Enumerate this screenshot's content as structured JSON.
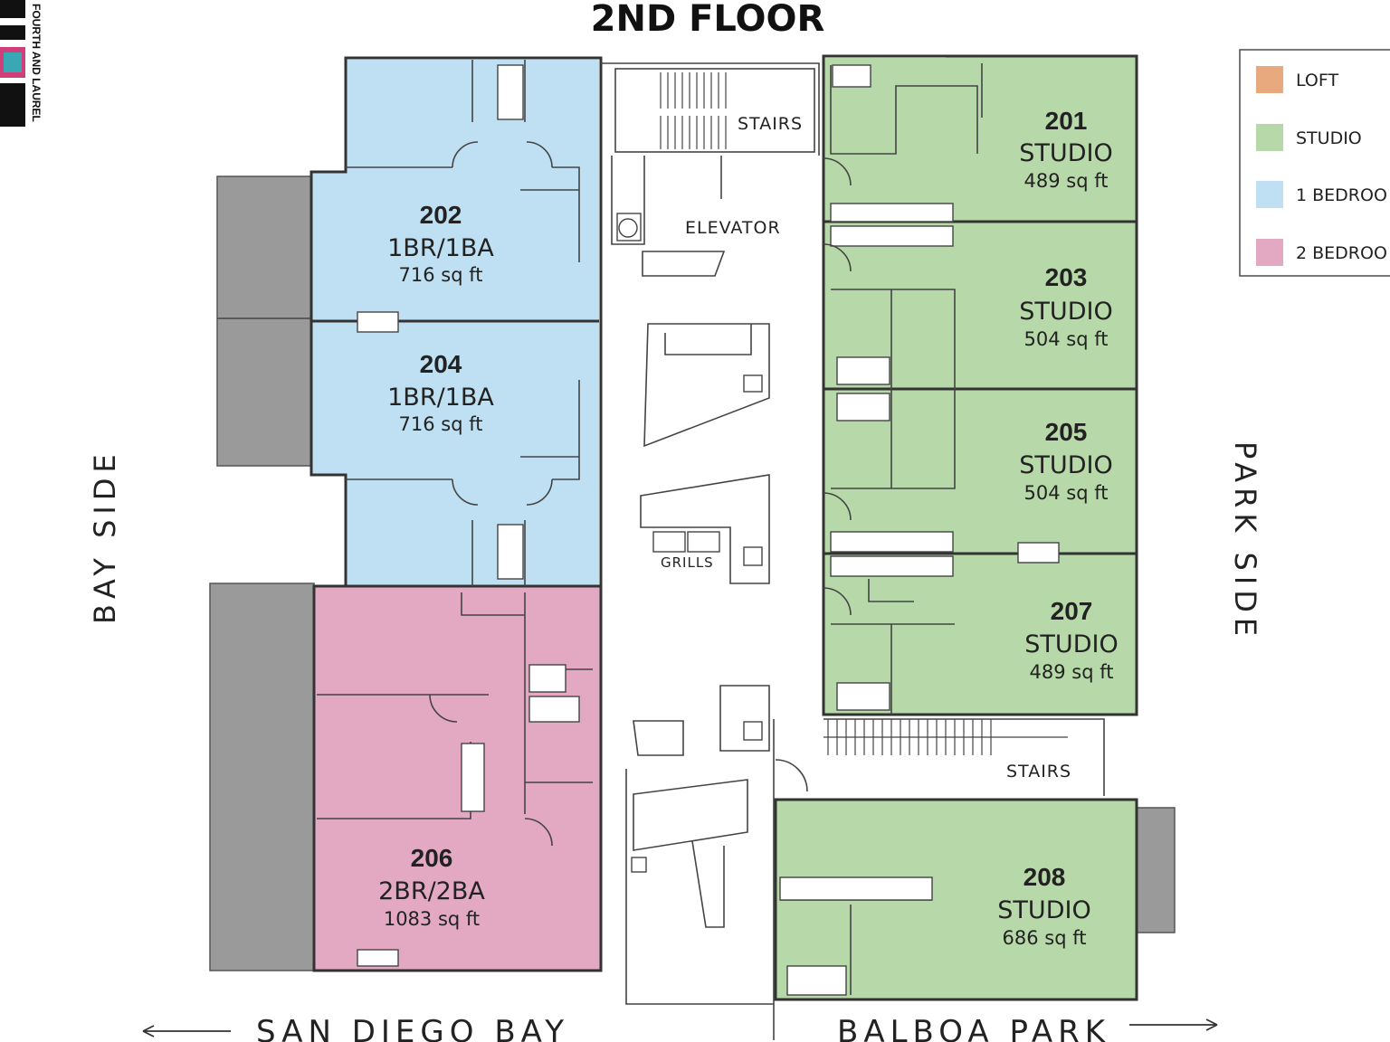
{
  "title": "2ND FLOOR",
  "brand": "FOURTH AND LAUREL",
  "colors": {
    "loft": "#e8a97e",
    "studio": "#b7d8a8",
    "one_bedroom": "#bfe0f2",
    "two_bedroom": "#e3a9c3",
    "balcony": "#9a9a9a"
  },
  "legend": [
    {
      "label": "LOFT",
      "color": "#e8a97e"
    },
    {
      "label": "STUDIO",
      "color": "#b7d8a8"
    },
    {
      "label": "1 BEDROO",
      "color": "#bfe0f2"
    },
    {
      "label": "2 BEDROO",
      "color": "#e3a9c3"
    }
  ],
  "units": {
    "u201": {
      "number": "201",
      "type": "STUDIO",
      "area": "489 sq ft"
    },
    "u202": {
      "number": "202",
      "type": "1BR/1BA",
      "area": "716 sq ft"
    },
    "u203": {
      "number": "203",
      "type": "STUDIO",
      "area": "504 sq ft"
    },
    "u204": {
      "number": "204",
      "type": "1BR/1BA",
      "area": "716 sq ft"
    },
    "u205": {
      "number": "205",
      "type": "STUDIO",
      "area": "504 sq ft"
    },
    "u206": {
      "number": "206",
      "type": "2BR/2BA",
      "area": "1083 sq ft"
    },
    "u207": {
      "number": "207",
      "type": "STUDIO",
      "area": "489 sq ft"
    },
    "u208": {
      "number": "208",
      "type": "STUDIO",
      "area": "686 sq ft"
    }
  },
  "labels": {
    "stairs_top": "STAIRS",
    "elevator": "ELEVATOR",
    "grills": "GRILLS",
    "stairs_bottom": "STAIRS",
    "bay_side": "BAY SIDE",
    "park_side": "PARK SIDE",
    "san_diego_bay": "SAN DIEGO BAY",
    "balboa_park": "BALBOA PARK"
  }
}
